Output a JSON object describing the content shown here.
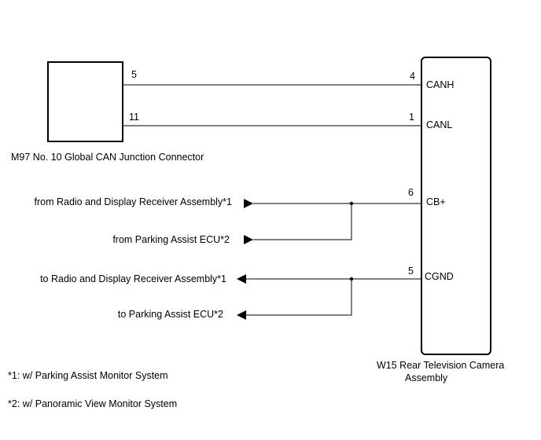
{
  "connector_m97": {
    "label": "M97  No. 10 Global CAN Junction Connector",
    "pin_canh": "5",
    "pin_canl": "11"
  },
  "camera_w15": {
    "label_line1": "W15  Rear Television Camera",
    "label_line2": "Assembly",
    "pins": [
      {
        "number": "4",
        "name": "CANH"
      },
      {
        "number": "1",
        "name": "CANL"
      },
      {
        "number": "6",
        "name": "CB+"
      },
      {
        "number": "5",
        "name": "CGND"
      }
    ]
  },
  "signals": {
    "cb_from_radio": "from Radio and Display Receiver Assembly*1",
    "cb_from_parking": "from Parking Assist ECU*2",
    "cgnd_to_radio": "to Radio and Display Receiver Assembly*1",
    "cgnd_to_parking": "to Parking Assist ECU*2"
  },
  "footnotes": [
    "*1: w/ Parking Assist Monitor System",
    "*2: w/ Panoramic View Monitor System"
  ]
}
